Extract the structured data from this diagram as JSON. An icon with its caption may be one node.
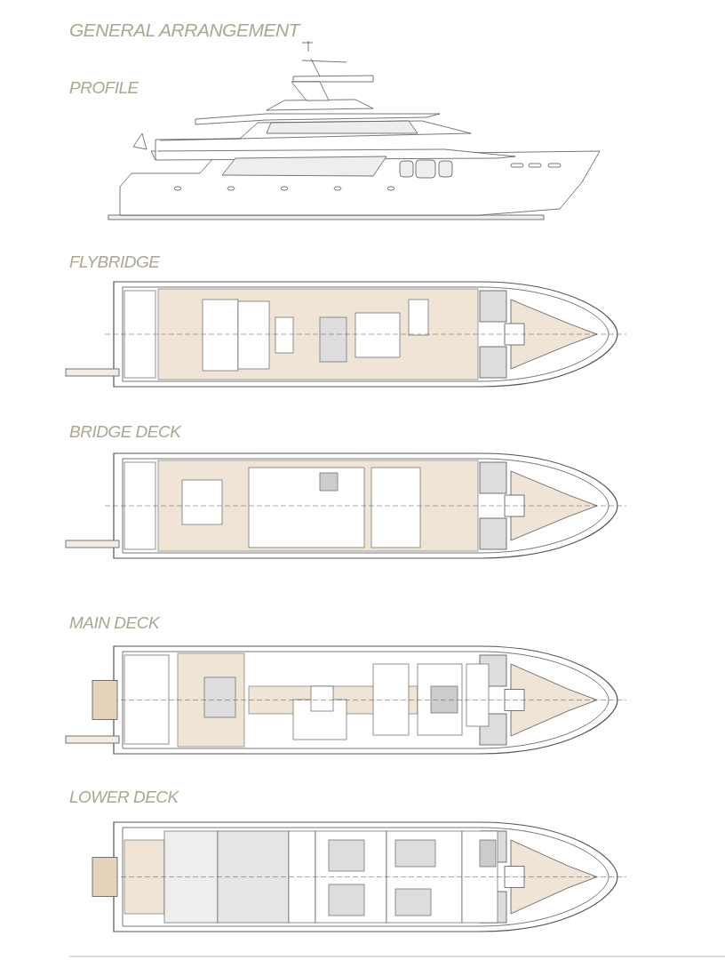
{
  "diagram": {
    "title": "GENERAL ARRANGEMENT",
    "labels": [
      "PROFILE",
      "FLYBRIDGE",
      "BRIDGE DECK",
      "MAIN DECK",
      "LOWER DECK"
    ]
  }
}
